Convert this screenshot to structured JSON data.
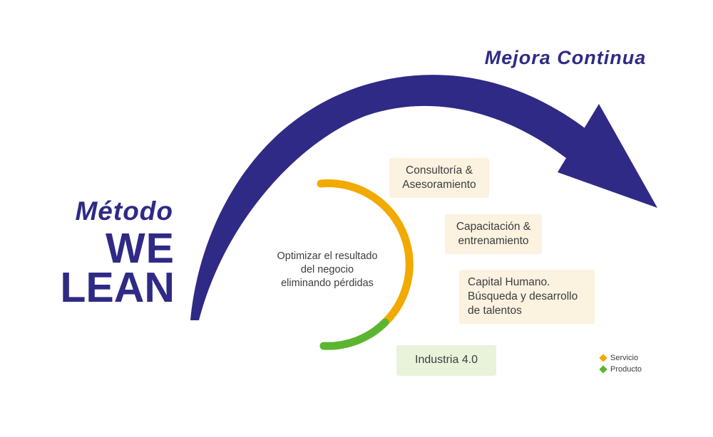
{
  "brand": {
    "metodo": "Método",
    "we": "WE",
    "lean": "LEAN"
  },
  "tagline": "Mejora Continua",
  "center_text": {
    "line1": "Optimizar el resultado",
    "line2": "del negocio",
    "line3": "eliminando pérdidas"
  },
  "boxes": {
    "consultoria": {
      "line1": "Consultoría &",
      "line2": "Asesoramiento"
    },
    "capacitacion": {
      "line1": "Capacitación &",
      "line2": "entrenamiento"
    },
    "capital": {
      "line1": "Capital Humano.",
      "line2": "Búsqueda y desarrollo",
      "line3": "de talentos"
    },
    "industria": {
      "line1": "Industria 4.0"
    }
  },
  "legend": {
    "servicio": "Servicio",
    "producto": "Producto"
  },
  "colors": {
    "purple": "#2F2A85",
    "orange": "#F2A900",
    "green": "#5CB531",
    "cream_box": "#FBF2E0",
    "green_box": "#E8F3DA",
    "text": "#3d3d3d"
  }
}
